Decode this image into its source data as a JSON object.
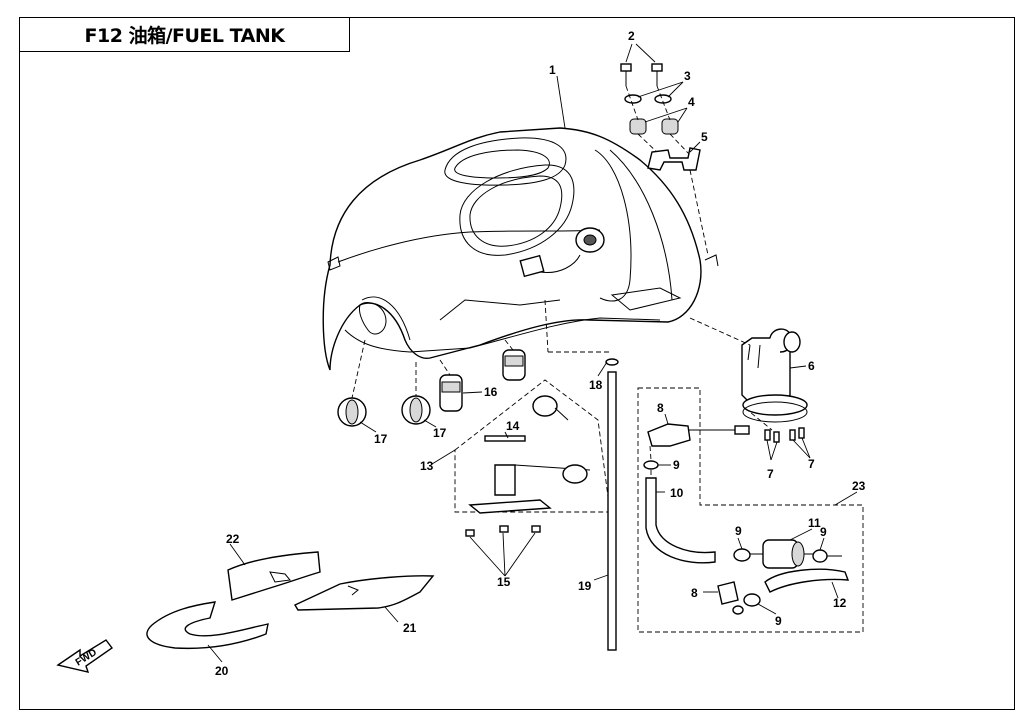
{
  "title": "F12  油箱/FUEL TANK",
  "callouts": [
    {
      "id": "1",
      "text": "1"
    },
    {
      "id": "2",
      "text": "2"
    },
    {
      "id": "3",
      "text": "3"
    },
    {
      "id": "4",
      "text": "4"
    },
    {
      "id": "5",
      "text": "5"
    },
    {
      "id": "6",
      "text": "6"
    },
    {
      "id": "7a",
      "text": "7"
    },
    {
      "id": "7b",
      "text": "7"
    },
    {
      "id": "8a",
      "text": "8"
    },
    {
      "id": "8b",
      "text": "8"
    },
    {
      "id": "9a",
      "text": "9"
    },
    {
      "id": "9b",
      "text": "9"
    },
    {
      "id": "9c",
      "text": "9"
    },
    {
      "id": "9d",
      "text": "9"
    },
    {
      "id": "10",
      "text": "10"
    },
    {
      "id": "11",
      "text": "11"
    },
    {
      "id": "12",
      "text": "12"
    },
    {
      "id": "13",
      "text": "13"
    },
    {
      "id": "14",
      "text": "14"
    },
    {
      "id": "15",
      "text": "15"
    },
    {
      "id": "16",
      "text": "16"
    },
    {
      "id": "17a",
      "text": "17"
    },
    {
      "id": "17b",
      "text": "17"
    },
    {
      "id": "18",
      "text": "18"
    },
    {
      "id": "19",
      "text": "19"
    },
    {
      "id": "20",
      "text": "20"
    },
    {
      "id": "21",
      "text": "21"
    },
    {
      "id": "22",
      "text": "22"
    },
    {
      "id": "23",
      "text": "23"
    }
  ],
  "direction_arrow": {
    "text": "FWD"
  }
}
